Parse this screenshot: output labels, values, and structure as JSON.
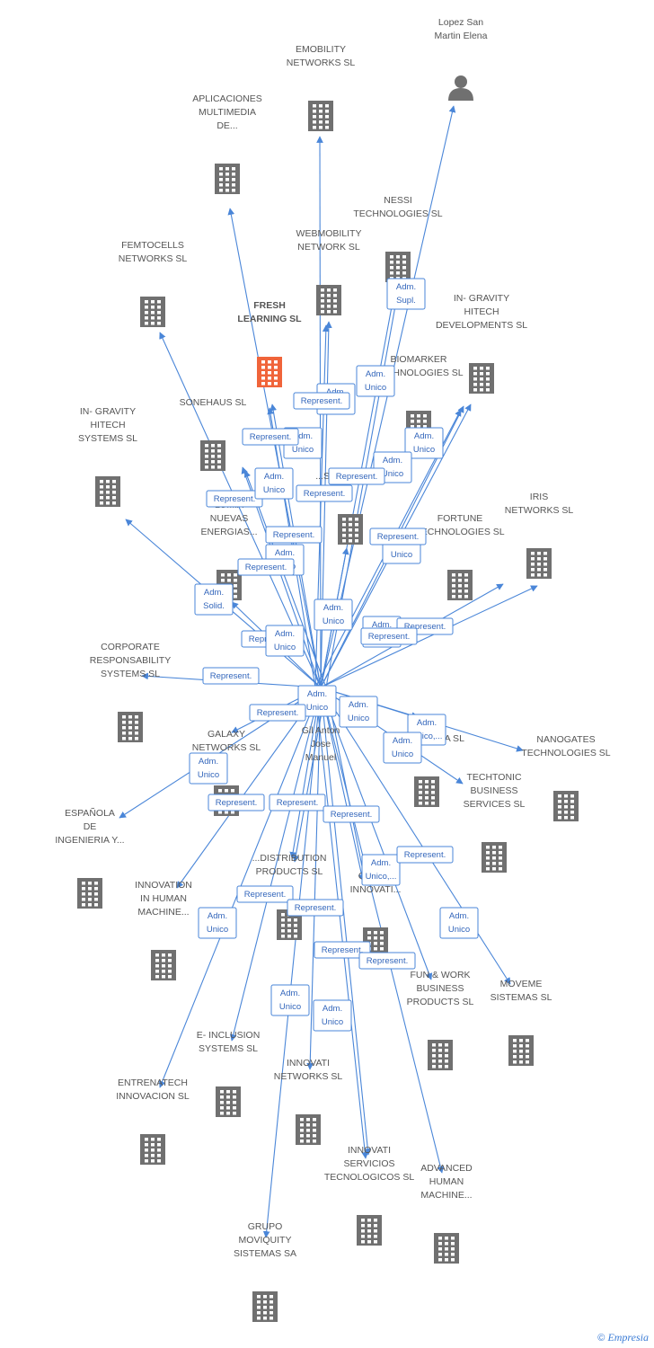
{
  "footer": {
    "copyright": "©",
    "brand": "Empresia"
  },
  "colors": {
    "edge": "#4a86d8",
    "building": "#707070",
    "focus": "#f0643a",
    "text": "#555555"
  },
  "center": {
    "id": "center",
    "label": [
      "Gil Anton",
      "Jose",
      "Manuel"
    ],
    "icon": "person-icon"
  },
  "nodes": [
    {
      "id": "lopez",
      "label": [
        "Lopez San",
        "Martin Elena"
      ],
      "icon": "person-icon"
    },
    {
      "id": "emobility",
      "label": [
        "EMOBILITY",
        "NETWORKS SL"
      ],
      "icon": "building-icon"
    },
    {
      "id": "aplicaciones",
      "label": [
        "APLICACIONES",
        "MULTIMEDIA",
        "DE..."
      ],
      "icon": "building-icon"
    },
    {
      "id": "nessi",
      "label": [
        "NESSI",
        "TECHNOLOGIES SL"
      ],
      "icon": "building-icon"
    },
    {
      "id": "webmobility",
      "label": [
        "WEBMOBILITY",
        "NETWORK SL"
      ],
      "icon": "building-icon"
    },
    {
      "id": "femtocells",
      "label": [
        "FEMTOCELLS",
        "NETWORKS SL"
      ],
      "icon": "building-icon"
    },
    {
      "id": "fresh",
      "label": [
        "FRESH",
        "LEARNING SL"
      ],
      "icon": "building-icon",
      "focus": true
    },
    {
      "id": "ingravity_dev",
      "label": [
        "IN- GRAVITY",
        "HITECH",
        "DEVELOPMENTS SL"
      ],
      "icon": "building-icon"
    },
    {
      "id": "biomarker",
      "label": [
        "BIOMARKER",
        "TECHNOLOGIES SL"
      ],
      "icon": "building-icon"
    },
    {
      "id": "sonehaus",
      "label": [
        "SONEHAUS SL"
      ],
      "icon": "building-icon"
    },
    {
      "id": "ingravity_sys",
      "label": [
        "IN- GRAVITY",
        "HITECH",
        "SYSTEMS SL"
      ],
      "icon": "building-icon"
    },
    {
      "id": "sistemas",
      "label": [
        "...SISTEMAS SL"
      ],
      "icon": "building-icon"
    },
    {
      "id": "lumia",
      "label": [
        "LUMIA",
        "NUEVAS",
        "ENERGIAS..."
      ],
      "icon": "building-icon"
    },
    {
      "id": "fortune",
      "label": [
        "FORTUNE",
        "TECHNOLOGIES SL"
      ],
      "icon": "building-icon"
    },
    {
      "id": "iris",
      "label": [
        "IRIS",
        "NETWORKS SL"
      ],
      "icon": "building-icon"
    },
    {
      "id": "corporate",
      "label": [
        "CORPORATE",
        "RESPONSABILITY",
        "SYSTEMS SL"
      ],
      "icon": "building-icon"
    },
    {
      "id": "galaxy",
      "label": [
        "GALAXY",
        "NETWORKS SL"
      ],
      "icon": "building-icon"
    },
    {
      "id": "sigraf",
      "label": [
        "SIGRAF",
        "INTERACTIVA SL"
      ],
      "icon": "building-icon"
    },
    {
      "id": "nanogates",
      "label": [
        "NANOGATES",
        "TECHNOLOGIES SL"
      ],
      "icon": "building-icon"
    },
    {
      "id": "techtonic",
      "label": [
        "TECHTONIC",
        "BUSINESS",
        "SERVICES SL"
      ],
      "icon": "building-icon"
    },
    {
      "id": "espanola",
      "label": [
        "ESPAÑOLA",
        "DE",
        "INGENIERIA Y..."
      ],
      "icon": "building-icon"
    },
    {
      "id": "distribution",
      "label": [
        "...DISTRIBUTION",
        "PRODUCTS SL"
      ],
      "icon": "building-icon"
    },
    {
      "id": "grupo_innovati",
      "label": [
        "GRUPO",
        "INNOVATI..."
      ],
      "icon": "building-icon"
    },
    {
      "id": "innovation_human",
      "label": [
        "INNOVATION",
        "IN HUMAN",
        "MACHINE..."
      ],
      "icon": "building-icon"
    },
    {
      "id": "funwork",
      "label": [
        "FUN & WORK",
        "BUSINESS",
        "PRODUCTS  SL"
      ],
      "icon": "building-icon"
    },
    {
      "id": "moveme",
      "label": [
        "MOVEME",
        "SISTEMAS SL"
      ],
      "icon": "building-icon"
    },
    {
      "id": "einclusion",
      "label": [
        "E- INCLUSION",
        "SYSTEMS SL"
      ],
      "icon": "building-icon"
    },
    {
      "id": "entrenatech",
      "label": [
        "ENTRENATECH",
        "INNOVACION SL"
      ],
      "icon": "building-icon"
    },
    {
      "id": "innovati_networks",
      "label": [
        "INNOVATI",
        "NETWORKS SL"
      ],
      "icon": "building-icon"
    },
    {
      "id": "innovati_servicios",
      "label": [
        "INNOVATI",
        "SERVICIOS",
        "TECNOLOGICOS SL"
      ],
      "icon": "building-icon"
    },
    {
      "id": "advanced",
      "label": [
        "ADVANCED",
        "HUMAN",
        "MACHINE..."
      ],
      "icon": "building-icon"
    },
    {
      "id": "grupo_moviquity",
      "label": [
        "GRUPO",
        "MOVIQUITY",
        "SISTEMAS SA"
      ],
      "icon": "building-icon"
    }
  ],
  "relations": [
    {
      "lines": [
        "Adm.",
        "Supl."
      ]
    },
    {
      "lines": [
        "Adm.",
        "Unico"
      ]
    },
    {
      "lines": [
        "Adm.",
        "Unico"
      ]
    },
    {
      "lines": [
        "Represent."
      ]
    },
    {
      "lines": [
        "Adm.",
        "Unico"
      ]
    },
    {
      "lines": [
        "Represent."
      ]
    },
    {
      "lines": [
        "Adm.",
        "Unico"
      ]
    },
    {
      "lines": [
        "Adm.",
        "Unico"
      ]
    },
    {
      "lines": [
        "Represent."
      ]
    },
    {
      "lines": [
        "Represent."
      ]
    },
    {
      "lines": [
        "Adm.",
        "Unico"
      ]
    },
    {
      "lines": [
        "Represent."
      ]
    },
    {
      "lines": [
        "Represent."
      ]
    },
    {
      "lines": [
        "Adm.",
        "Unico"
      ]
    },
    {
      "lines": [
        "Represent."
      ]
    },
    {
      "lines": [
        "Adm.",
        "Unico"
      ]
    },
    {
      "lines": [
        "Represent."
      ]
    },
    {
      "lines": [
        "Adm.",
        "Solid."
      ]
    },
    {
      "lines": [
        "Adm.",
        "Unico"
      ]
    },
    {
      "lines": [
        "Adm.",
        "Unico"
      ]
    },
    {
      "lines": [
        "Represent."
      ]
    },
    {
      "lines": [
        "Represent."
      ]
    },
    {
      "lines": [
        "Represent."
      ]
    },
    {
      "lines": [
        "Adm.",
        "Unico"
      ]
    },
    {
      "lines": [
        "Adm.",
        "Unico"
      ]
    },
    {
      "lines": [
        "Represent."
      ]
    },
    {
      "lines": [
        "Adm.",
        "Unico"
      ]
    },
    {
      "lines": [
        "Represent."
      ]
    },
    {
      "lines": [
        "Adm.",
        "Unico,..."
      ]
    },
    {
      "lines": [
        "Adm.",
        "Unico"
      ]
    },
    {
      "lines": [
        "Adm.",
        "Unico"
      ]
    },
    {
      "lines": [
        "Represent."
      ]
    },
    {
      "lines": [
        "Represent."
      ]
    },
    {
      "lines": [
        "Represent."
      ]
    },
    {
      "lines": [
        "Adm.",
        "Unico,..."
      ]
    },
    {
      "lines": [
        "Represent."
      ]
    },
    {
      "lines": [
        "Represent."
      ]
    },
    {
      "lines": [
        "Represent."
      ]
    },
    {
      "lines": [
        "Adm.",
        "Unico"
      ]
    },
    {
      "lines": [
        "Represent."
      ]
    },
    {
      "lines": [
        "Represent."
      ]
    },
    {
      "lines": [
        "Adm.",
        "Unico"
      ]
    },
    {
      "lines": [
        "Adm.",
        "Unico"
      ]
    },
    {
      "lines": [
        "Adm.",
        "Unico"
      ]
    }
  ]
}
